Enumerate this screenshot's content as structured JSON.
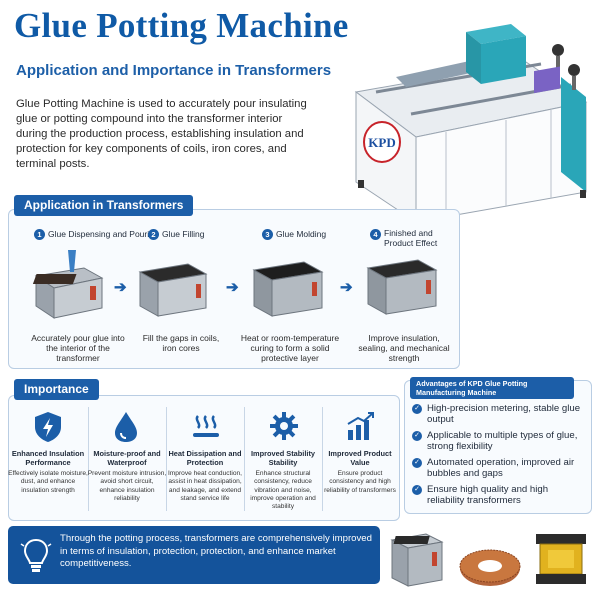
{
  "header": {
    "title": "Glue Potting Machine",
    "subtitle": "Application and Importance in Transformers",
    "intro": "Glue Potting Machine is used to accurately pour insulating glue or potting compound into the transformer interior during the production process, establishing insulation and protection for key components of coils, iron cores, and terminal posts."
  },
  "machine": {
    "logo_text": "KPD"
  },
  "application": {
    "label": "Application in Transformers",
    "steps": [
      {
        "num": "1",
        "title": "Glue Dispensing and Pouring",
        "caption": "Accurately pour glue into the interior of the transformer"
      },
      {
        "num": "2",
        "title": "Glue Filling",
        "caption": "Fill the gaps in coils, iron cores"
      },
      {
        "num": "3",
        "title": "Glue Molding",
        "caption": "Heat or room-temperature curing to form a solid protective layer"
      },
      {
        "num": "4",
        "title": "Finished and Product Effect",
        "caption": "Improve insulation, sealing, and mechanical strength"
      }
    ]
  },
  "importance": {
    "label": "Importance",
    "items": [
      {
        "icon": "shield-bolt-icon",
        "title": "Enhanced Insulation Performance",
        "desc": "Effectively isolate moisture, dust, and enhance insulation strength"
      },
      {
        "icon": "water-drop-icon",
        "title": "Moisture-proof and Waterproof",
        "desc": "Prevent moisture intrusion, avoid short circuit, enhance insulation reliability"
      },
      {
        "icon": "heat-waves-icon",
        "title": "Heat Dissipation and Protection",
        "desc": "Improve heat conduction, assist in heat dissipation, and leakage, and extend stand service life"
      },
      {
        "icon": "gear-icon",
        "title": "Improved Stability Stability",
        "desc": "Enhance structural consistency, reduce vibration and noise, improve operation and stability"
      },
      {
        "icon": "bar-chart-icon",
        "title": "Improved Product Value",
        "desc": "Ensure product consistency and high reliability of transformers"
      }
    ]
  },
  "advantages": {
    "label": "Advantages of KPD Glue Potting Manufacturing Machine",
    "items": [
      "High-precision metering, stable glue output",
      "Applicable to multiple types of glue, strong flexibility",
      "Automated operation, improved air bubbles and gaps",
      "Ensure high quality and high reliability transformers"
    ]
  },
  "banner": {
    "text": "Through the potting process, transformers are comprehensively improved in terms of insulation, protection, protection, and enhance market competitiveness."
  },
  "colors": {
    "brand_blue": "#1c5ea8",
    "title_blue": "#0f5aa6",
    "machine_teal": "#2aa6b8"
  }
}
